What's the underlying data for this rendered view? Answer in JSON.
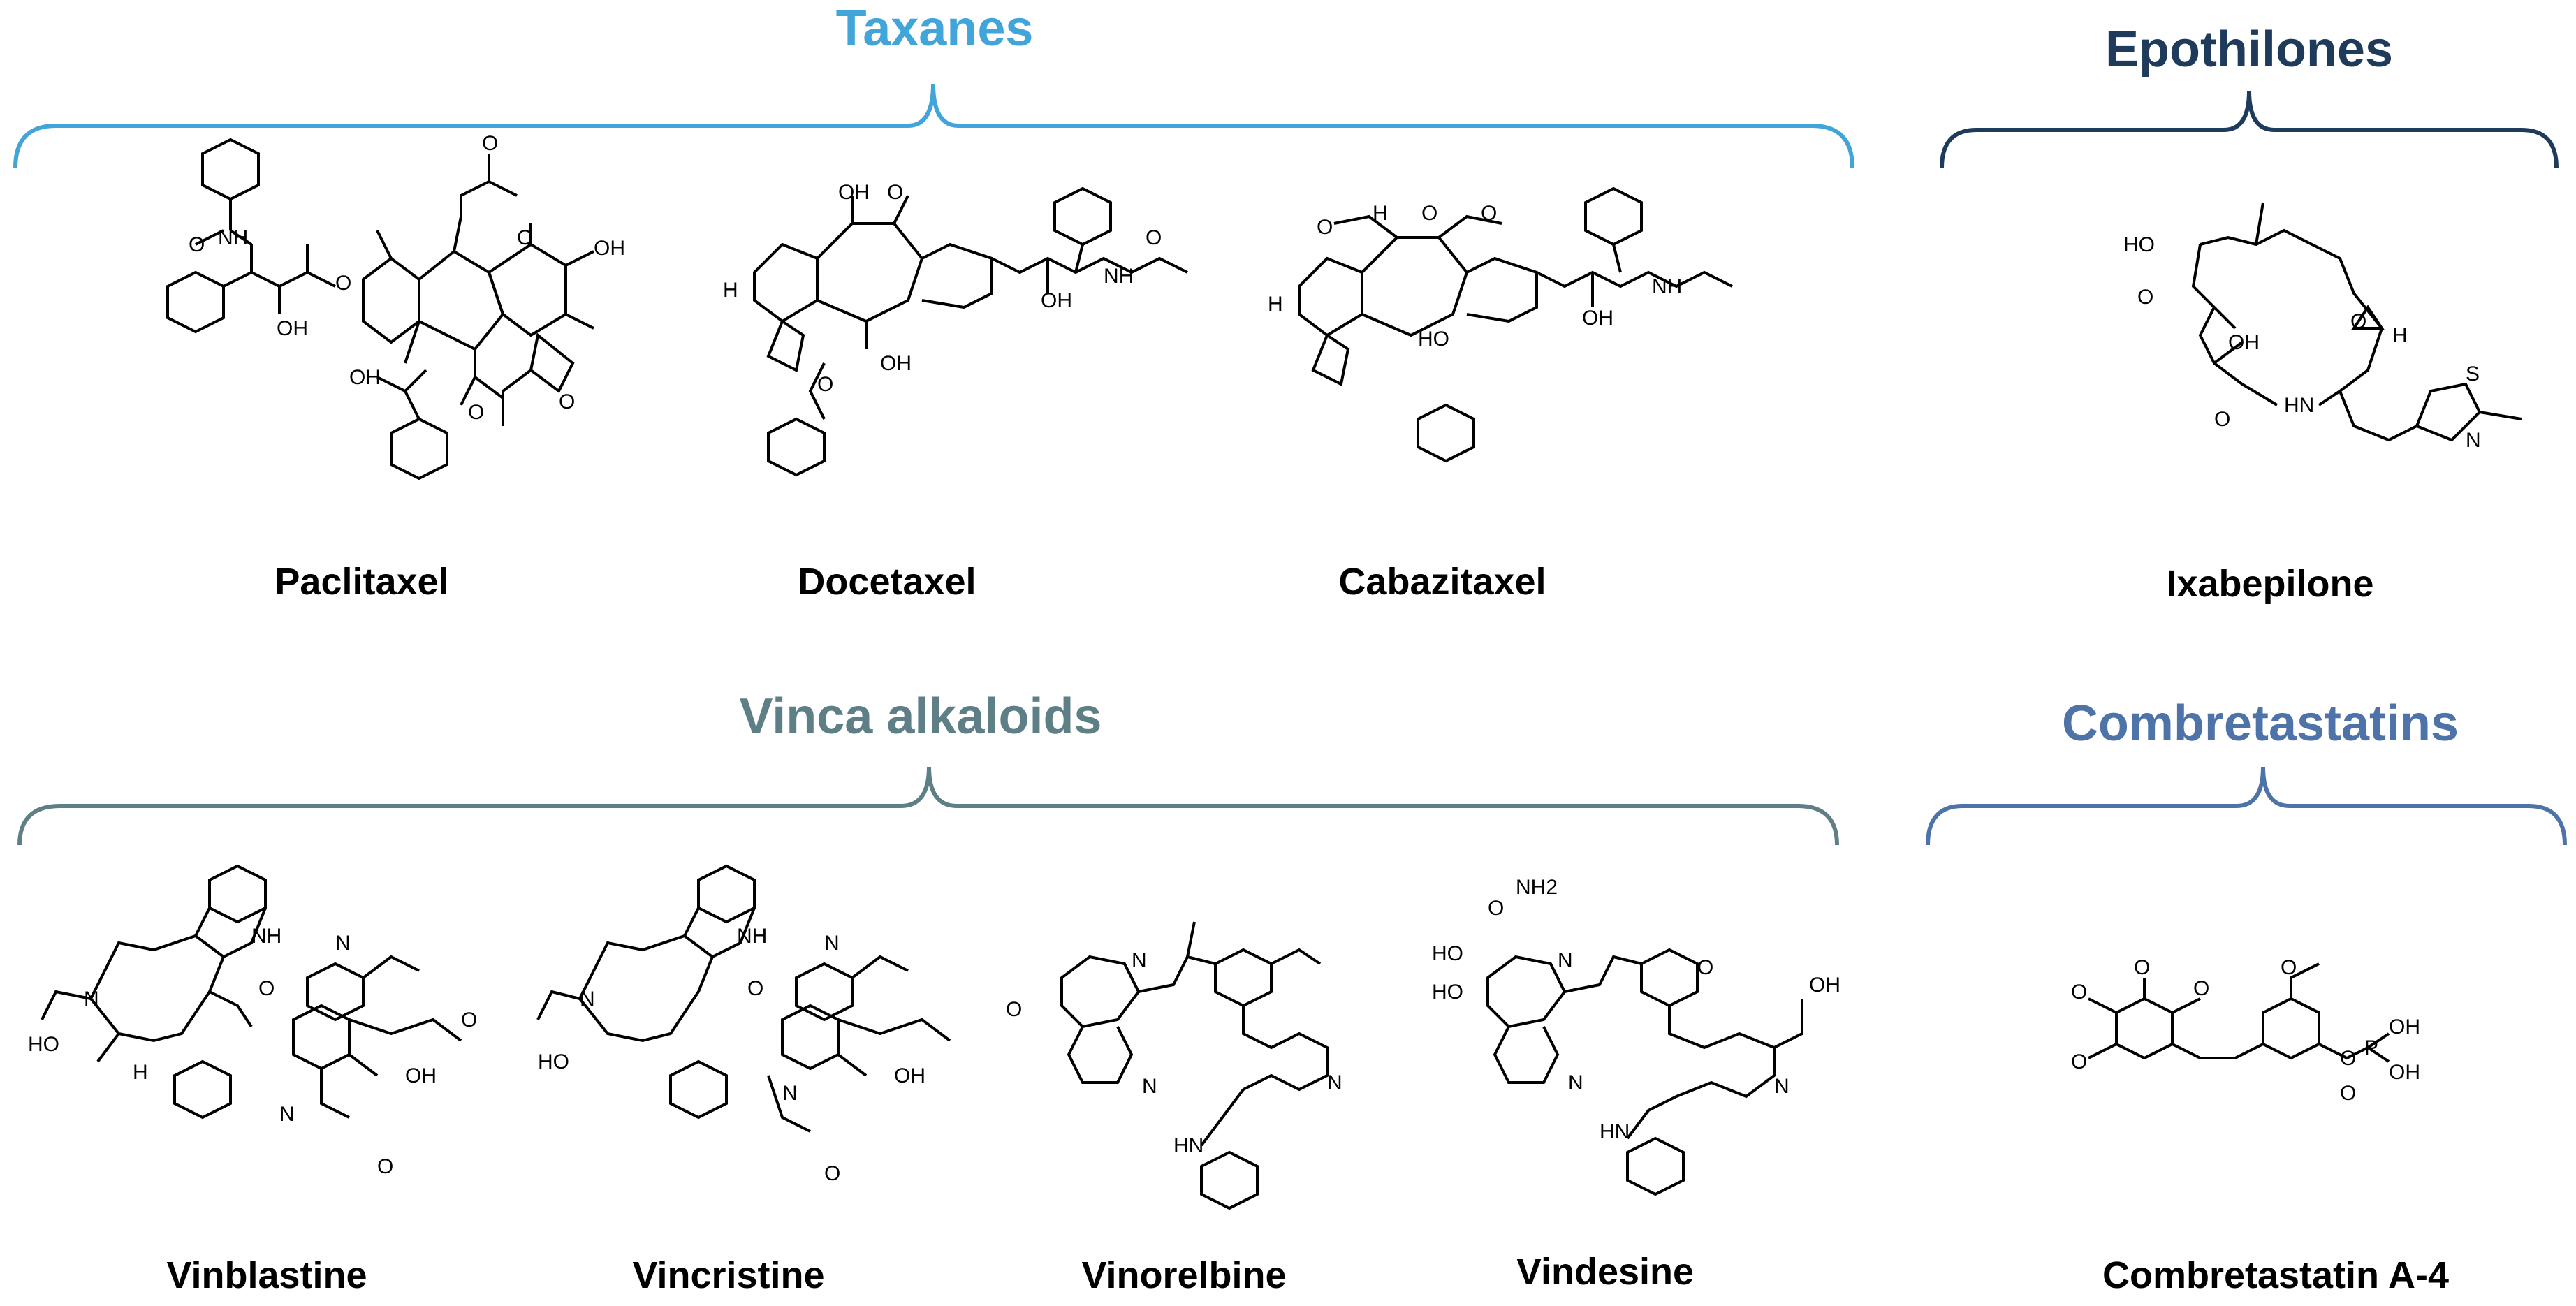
{
  "groups": {
    "taxanes": {
      "title": "Taxanes",
      "color": "#41a5d9"
    },
    "epothilones": {
      "title": "Epothilones",
      "color": "#1f3b5c"
    },
    "vinca": {
      "title": "Vinca alkaloids",
      "color": "#5f7f86"
    },
    "combretastatins": {
      "title": "Combretastatins",
      "color": "#4e73a8"
    }
  },
  "compounds": {
    "paclitaxel": "Paclitaxel",
    "docetaxel": "Docetaxel",
    "cabazitaxel": "Cabazitaxel",
    "ixabepilone": "Ixabepilone",
    "vinblastine": "Vinblastine",
    "vincristine": "Vincristine",
    "vinorelbine": "Vinorelbine",
    "vindesine": "Vindesine",
    "combretastatin_a4": "Combretastatin A-4"
  },
  "atom_labels": {
    "oh": "OH",
    "ho": "HO",
    "nh": "NH",
    "hn": "HN",
    "h": "H",
    "o": "O",
    "n": "N",
    "s": "S",
    "p": "P",
    "nh2": "NH2"
  }
}
